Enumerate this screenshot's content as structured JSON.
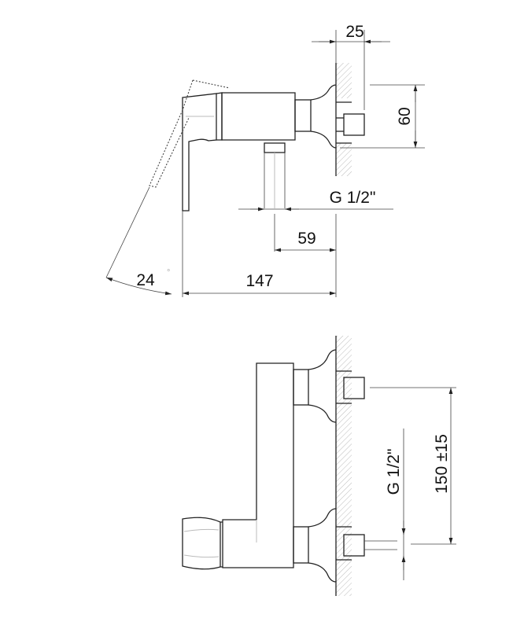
{
  "top_view": {
    "dim_depth": "25",
    "dim_height": "60",
    "dim_thread": "G 1/2\"",
    "dim_outlet": "59",
    "dim_length": "147",
    "dim_angle": "24",
    "degree_mark": "°"
  },
  "front_view": {
    "dim_thread": "G 1/2\"",
    "dim_spacing": "150 ±15"
  },
  "colors": {
    "line": "#222222",
    "hatch": "#bbbbbb"
  }
}
